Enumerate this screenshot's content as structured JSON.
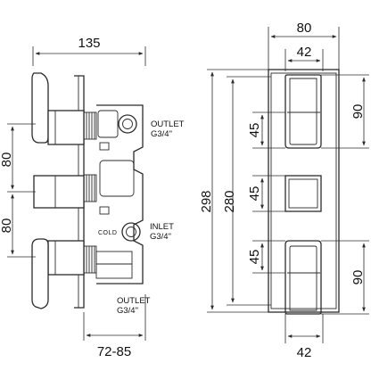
{
  "side_view": {
    "dims": {
      "overall_depth": "135",
      "spacing_upper": "80",
      "spacing_lower": "80",
      "protrusion": "72-85"
    },
    "labels": {
      "outlet_top_1": "OUTLET",
      "outlet_top_2": "G3/4\"",
      "inlet_1": "INLET",
      "inlet_2": "G3/4\"",
      "cold": "COLD",
      "outlet_bottom_1": "OUTLET",
      "outlet_bottom_2": "G3/4\""
    }
  },
  "front_view": {
    "dims": {
      "plate_width": "80",
      "handle_width_top": "42",
      "handle_width_bottom": "42",
      "overall_height": "298",
      "inner_height": "280",
      "handle_height_top": "90",
      "handle_height_bottom": "90",
      "gap_upper": "45",
      "gap_middle": "45",
      "gap_lower": "45"
    }
  }
}
